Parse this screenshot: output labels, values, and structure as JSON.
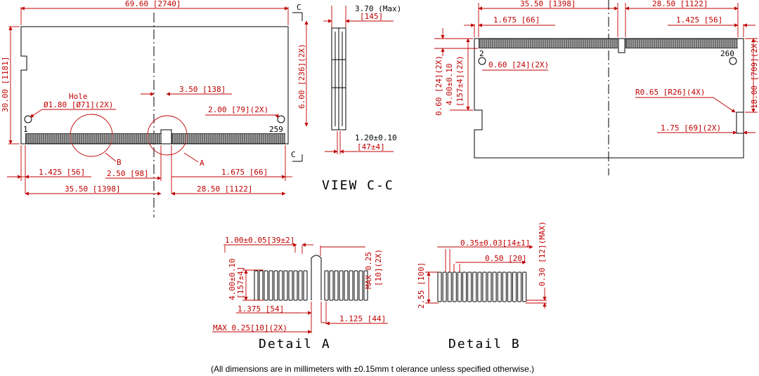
{
  "top_view": {
    "overall_width": "69.60 [2740]",
    "height": "30.00 [1181]",
    "thickness_c": "6.00 [236](2X)",
    "hole_label": "Hole",
    "hole_dia": "Ø1.80 [Ø71](2X)",
    "notch_offset": "3.50 [138]",
    "hole_pos": "2.00 [79](2X)",
    "pin1": "1",
    "pin259": "259",
    "label_b": "B",
    "label_a": "A",
    "left_edge": "1.425 [56]",
    "notch_w": "2.50 [98]",
    "right_edge": "1.675 [66]",
    "left_span": "35.50 [1398]",
    "right_span": "28.50 [1122]",
    "section_c": "C"
  },
  "view_cc": {
    "title": "VIEW C-C",
    "max_thick": "3.70 (Max)",
    "max_thick_in": "[145]",
    "pcb_thick": "1.20±0.10",
    "pcb_thick_in": "[47±4]"
  },
  "back_view": {
    "left_span": "35.50 [1398]",
    "right_span": "28.50 [1122]",
    "left_edge": "1.675 [66]",
    "right_edge": "1.425 [56]",
    "tab_h": "0.60 [24](2X)",
    "pad_h": "4.00±0.10",
    "pad_h_in": "[157±4](2X)",
    "inner_gap": "0.60 [24](2X)",
    "pin2": "2",
    "pin260": "260",
    "radius": "R0.65 [R26](4X)",
    "side_notch": "1.75 [69](2X)",
    "side_height": "18.00 [709](2X)"
  },
  "detail_a": {
    "title": "Detail A",
    "pitch": "1.00±0.05[39±2]",
    "pad_h": "4.00±0.10",
    "pad_h_in": "[157±4]",
    "max_r": "MAX 0.25",
    "max_r_in": "[10](2X)",
    "left": "1.375 [54]",
    "right": "1.125 [44]",
    "max_bottom": "MAX 0.25[10](2X)"
  },
  "detail_b": {
    "title": "Detail B",
    "pad_w": "0.35±0.03[14±1]",
    "pitch": "0.50 [20]",
    "left_h": "2.55 [100]",
    "right_h": "0.30 [12](MAX)"
  },
  "footer_note": "(All dimensions are in millimeters with ±0.15mm t olerance unless specified otherwise.)"
}
